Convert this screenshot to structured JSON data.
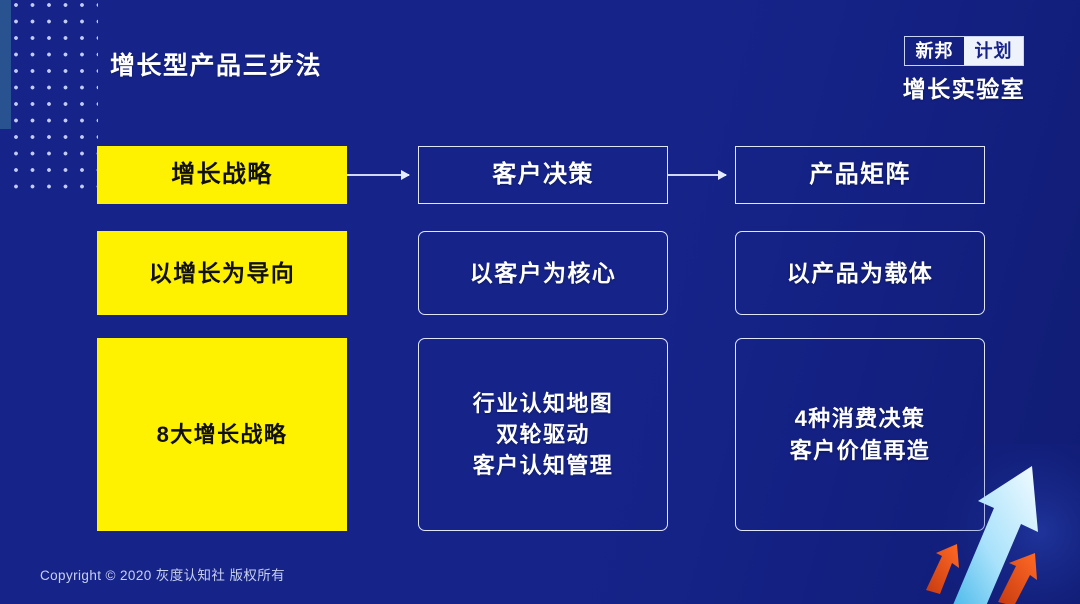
{
  "slide": {
    "title": "增长型产品三步法",
    "background_color": "#16248a",
    "accent_color": "#fff200",
    "footer": "Copyright © 2020 灰度认知社 版权所有"
  },
  "brand": {
    "badge_left": "新邦",
    "badge_right": "计划",
    "sub": "增长实验室"
  },
  "diagram": {
    "columns": [
      {
        "nodes": [
          {
            "label": "增长战略",
            "style": "filled"
          },
          {
            "label": "以增长为导向",
            "style": "filled"
          },
          {
            "label": "8大增长战略",
            "style": "filled"
          }
        ]
      },
      {
        "nodes": [
          {
            "label": "客户决策",
            "style": "outlined"
          },
          {
            "label": "以客户为核心",
            "style": "outlined"
          },
          {
            "label": "行业认知地图\n双轮驱动\n客户认知管理",
            "style": "outlined"
          }
        ]
      },
      {
        "nodes": [
          {
            "label": "产品矩阵",
            "style": "outlined"
          },
          {
            "label": "以产品为载体",
            "style": "outlined"
          },
          {
            "label": "4种消费决策\n客户价值再造",
            "style": "outlined"
          }
        ]
      }
    ]
  },
  "decor": {
    "dot_grid": "dot-grid",
    "left_bar": "left-accent-bar",
    "arrow_art": "growth-arrow-illustration",
    "arrow_main_color": "#bfe9fb",
    "arrow_small_color": "#e8521f"
  }
}
